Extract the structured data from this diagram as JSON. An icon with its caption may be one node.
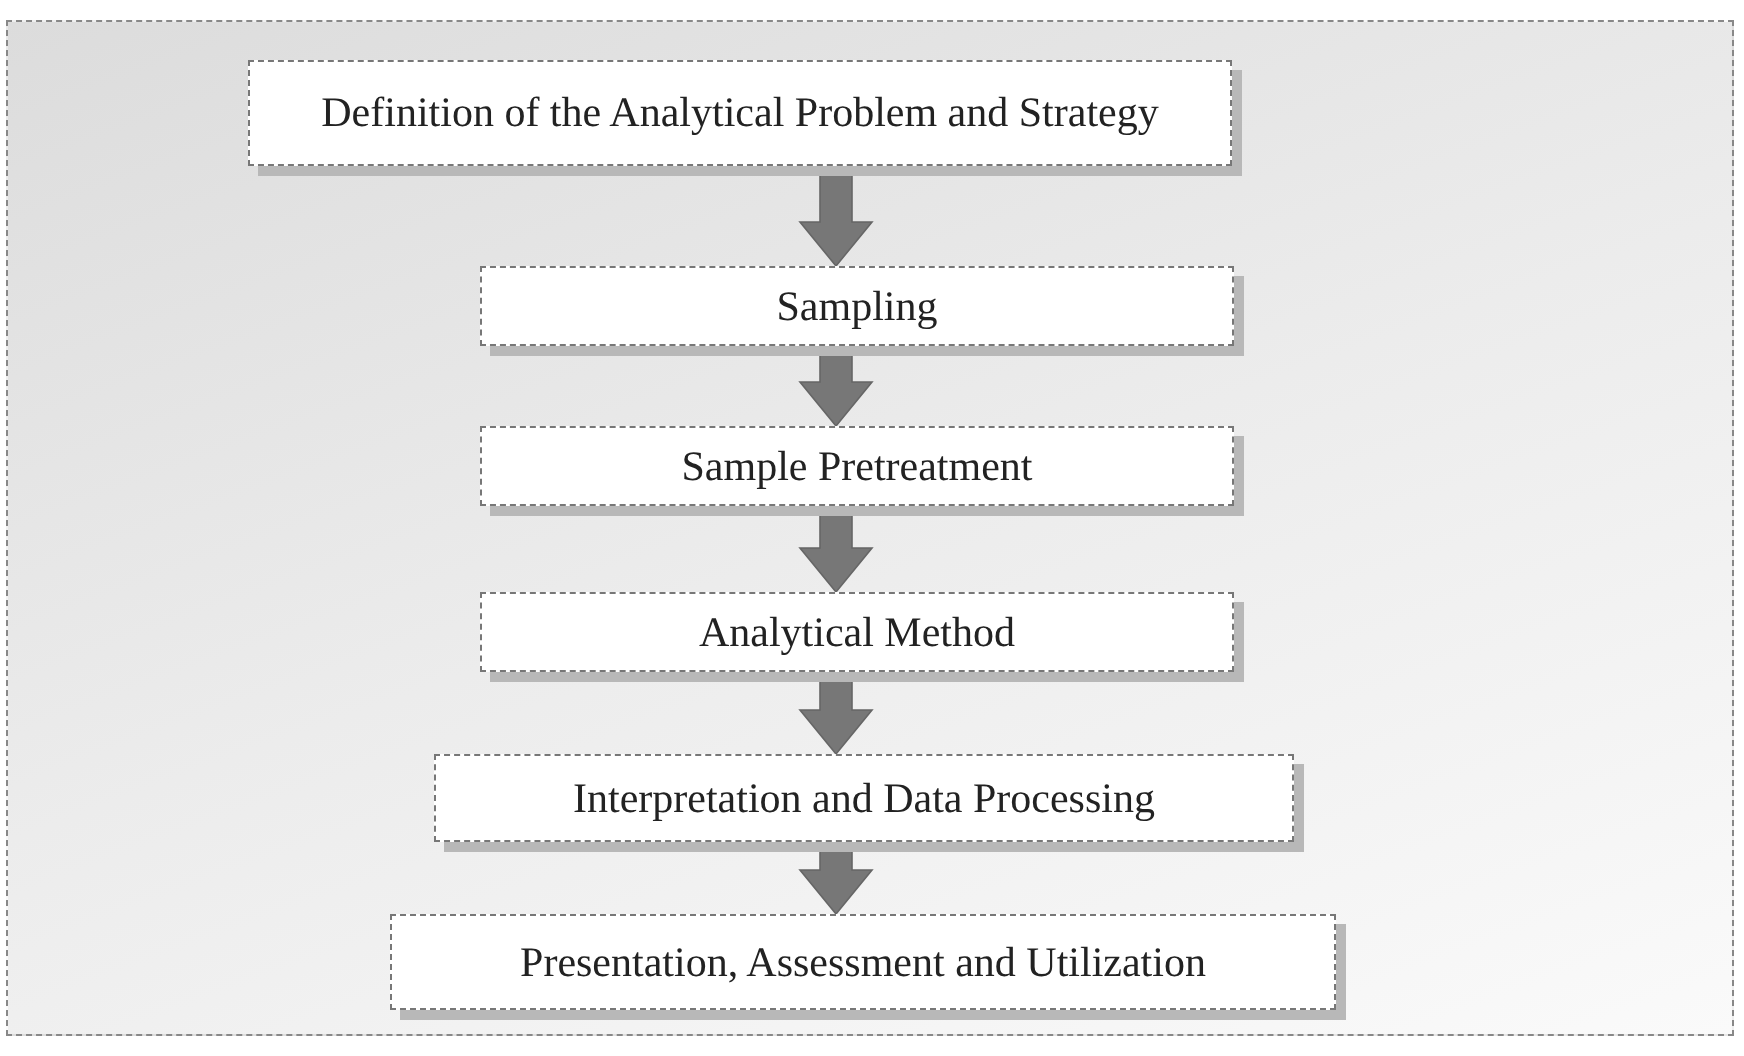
{
  "diagram": {
    "nodes": [
      {
        "text": [
          "Definition of the Analytical Problem and Strategy"
        ]
      },
      {
        "text": [
          "Sampling"
        ]
      },
      {
        "text": [
          "Sample Pretreatment"
        ]
      },
      {
        "text": [
          "Analytical Method"
        ]
      },
      {
        "text": [
          "Interpretation and Data Processing"
        ]
      },
      {
        "text": [
          "Presentation, Assessment and Utilization"
        ]
      }
    ],
    "edges": [
      {
        "from": 0,
        "to": 1,
        "arrow": "to"
      },
      {
        "from": 1,
        "to": 2,
        "arrow": "to"
      },
      {
        "from": 2,
        "to": 3,
        "arrow": "to"
      },
      {
        "from": 3,
        "to": 4,
        "arrow": "to"
      },
      {
        "from": 4,
        "to": 5,
        "arrow": "to"
      }
    ]
  }
}
